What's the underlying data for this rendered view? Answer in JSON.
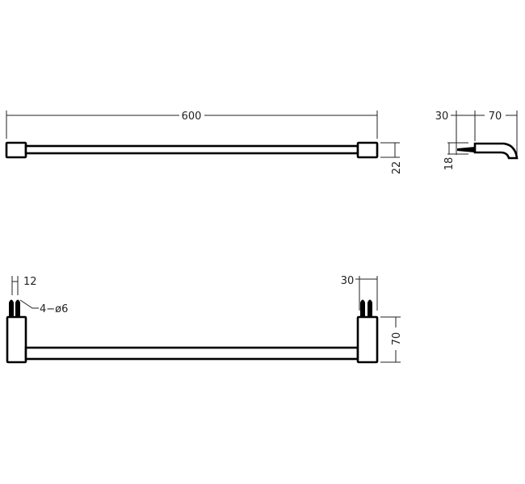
{
  "top_view": {
    "length_dim": "600",
    "height_dim": "22"
  },
  "side_view": {
    "anchor_dim": "30",
    "depth_dim": "70",
    "thickness_dim": "18"
  },
  "front_view": {
    "pin_spacing_dim": "12",
    "pin_callout": "4−ø6",
    "pin_length_dim": "30",
    "cap_height_dim": "70"
  },
  "colors": {
    "line": "#000000",
    "background": "#ffffff"
  }
}
